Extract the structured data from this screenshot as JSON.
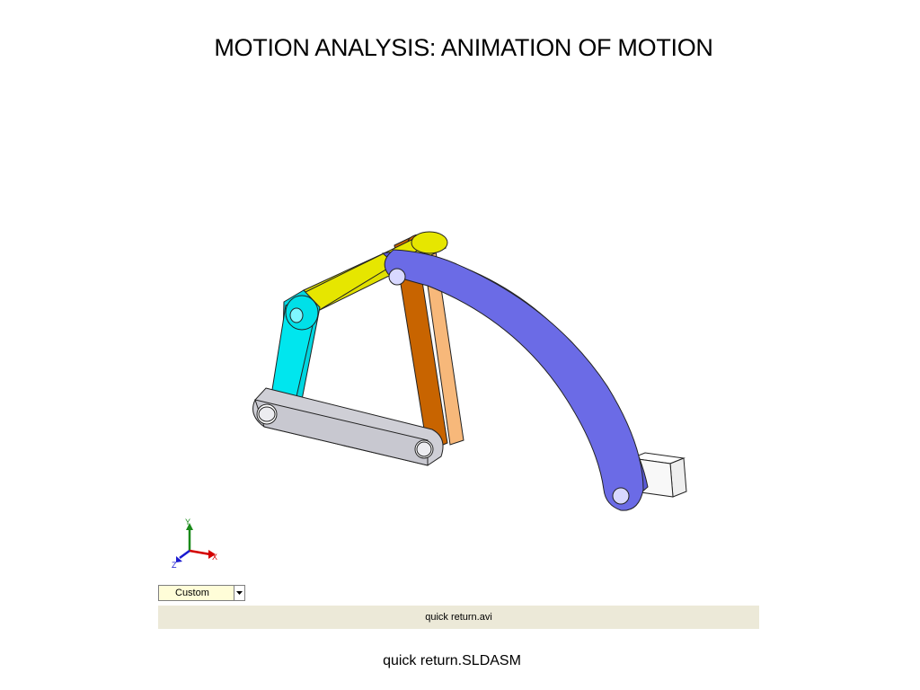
{
  "slide": {
    "title": "MOTION ANALYSIS: ANIMATION OF MOTION",
    "footer_caption": "quick return.SLDASM"
  },
  "viewport": {
    "triad": {
      "x_label": "X",
      "y_label": "Y",
      "z_label": "Z"
    },
    "colors": {
      "crank_link": "#00e0e0",
      "coupler_link": "#e0e000",
      "rocker_link": "#c86400",
      "rocker_side": "#f7b87a",
      "base_link": "#c8c8d0",
      "arc_arm": "#6b6be6",
      "slider_block": "#f4f4f4",
      "axis_x": "#d40000",
      "axis_y": "#1a8a1a",
      "axis_z": "#1a1ad0"
    }
  },
  "view_selector": {
    "selected": "Custom"
  },
  "media_bar": {
    "file_name": "quick return.avi"
  }
}
